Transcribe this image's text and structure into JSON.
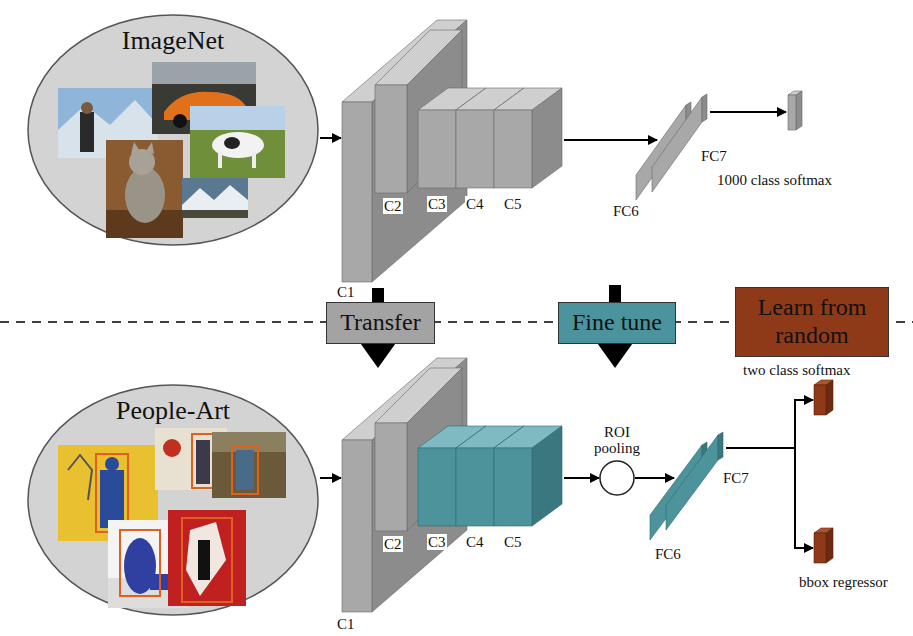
{
  "diagram": {
    "nodes": [
      {
        "text": [
          "ImageNet"
        ]
      },
      {
        "text": [
          "Transfer"
        ]
      },
      {
        "text": [
          "Fine tune"
        ]
      },
      {
        "text": [
          "Learn from random"
        ]
      },
      {
        "text": [
          "People-Art"
        ]
      },
      {
        "text": [
          "ROI pooling"
        ]
      }
    ],
    "labels": [
      "C1",
      "C2",
      "C3",
      "C4",
      "C5",
      "FC6",
      "FC7",
      "1000 class softmax",
      "C1",
      "C2",
      "C3",
      "C4",
      "C5",
      "FC6",
      "FC7",
      "two class softmax",
      "bbox regressor"
    ]
  }
}
